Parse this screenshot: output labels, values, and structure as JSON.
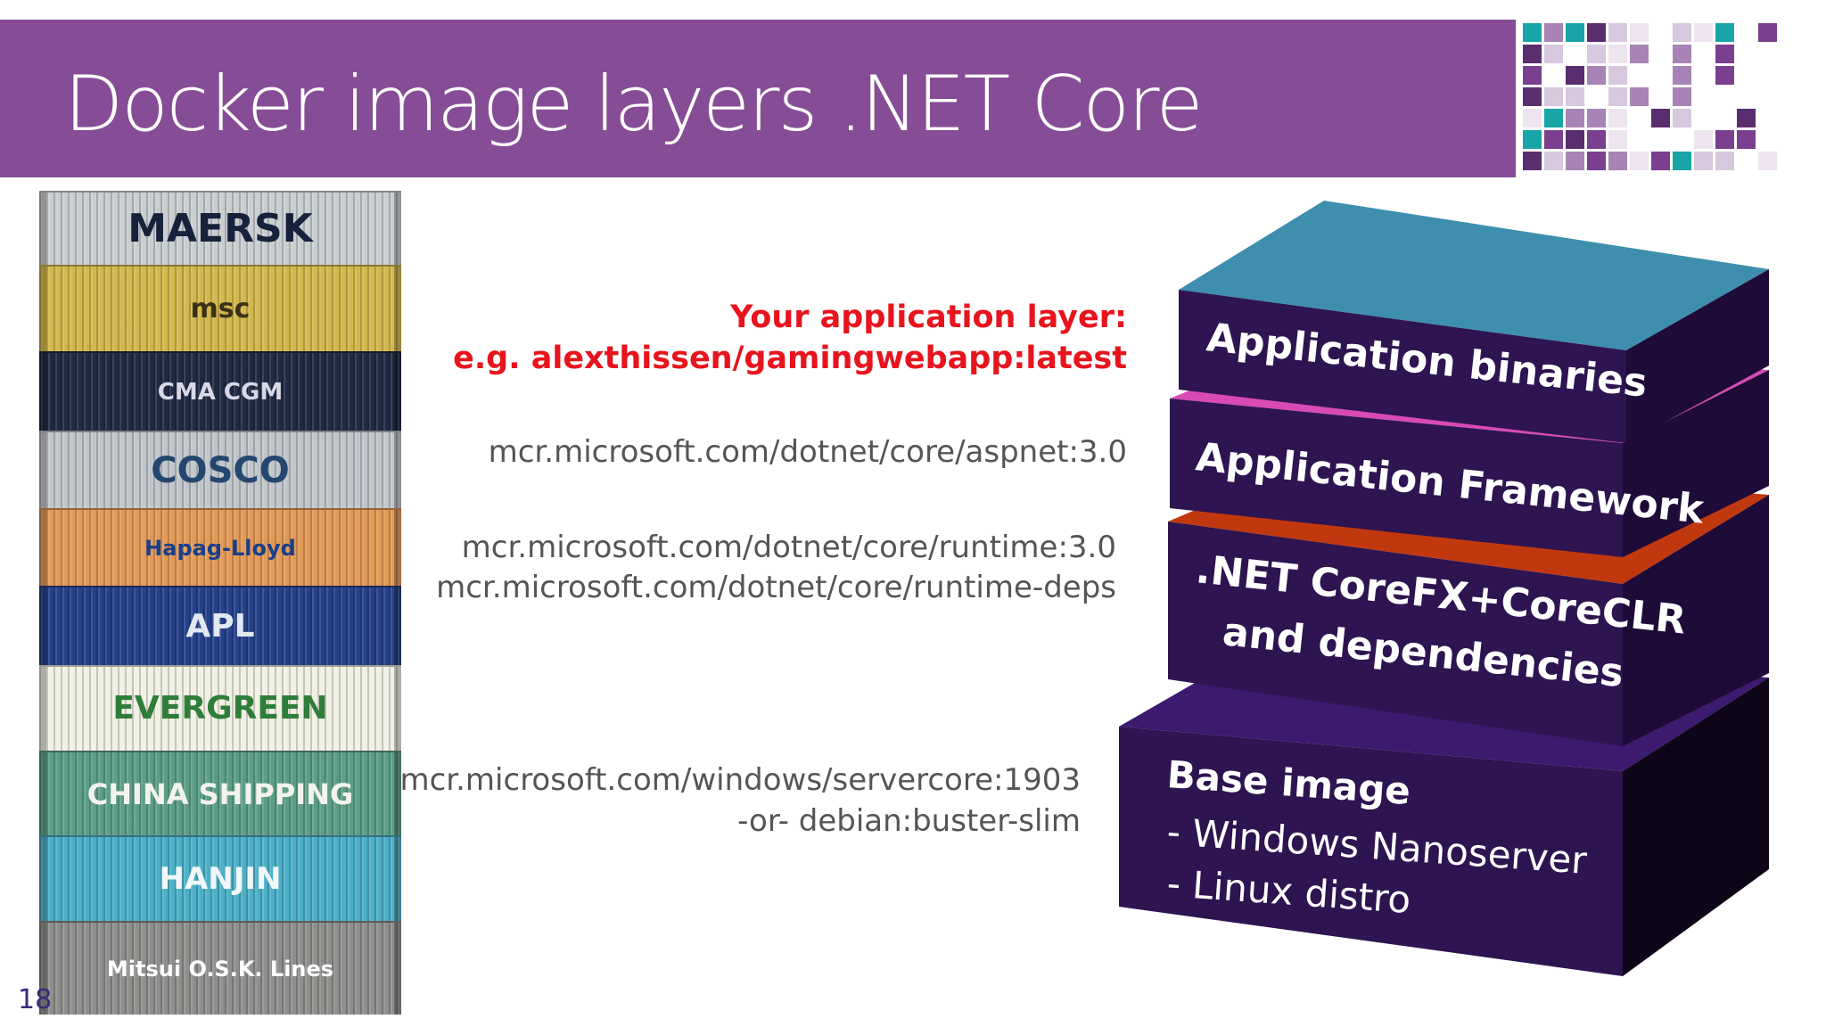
{
  "slide": {
    "title": "Docker image layers .NET Core",
    "page_number": "18"
  },
  "containers": [
    {
      "brand": "MAERSK",
      "color": "#c9ced1",
      "text_color": "#16213a"
    },
    {
      "brand": "msc",
      "color": "#d4b84c",
      "text_color": "#3b3117"
    },
    {
      "brand": "CMA CGM",
      "color": "#1f2a43",
      "text_color": "#d9d9e6"
    },
    {
      "brand": "COSCO",
      "color": "#c1c6cb",
      "text_color": "#24466f"
    },
    {
      "brand": "Hapag-Lloyd",
      "color": "#e39a57",
      "text_color": "#1a3f8a"
    },
    {
      "brand": "APL",
      "color": "#24408a",
      "text_color": "#e2e7f2"
    },
    {
      "brand": "EVERGREEN",
      "color": "#f0f0e4",
      "text_color": "#2f7d3a"
    },
    {
      "brand": "CHINA SHIPPING",
      "color": "#5b9e88",
      "text_color": "#f3f3ee"
    },
    {
      "brand": "HANJIN",
      "color": "#4bb0c8",
      "text_color": "#f1f6f8"
    },
    {
      "brand": "Mitsui O.S.K. Lines",
      "color": "#8e8e8c",
      "text_color": "#ffffff"
    }
  ],
  "labels": {
    "app_layer_line1": "Your application layer:",
    "app_layer_line2": "e.g. alexthissen/gamingwebapp:latest",
    "aspnet": "mcr.microsoft.com/dotnet/core/aspnet:3.0",
    "runtime": "mcr.microsoft.com/dotnet/core/runtime:3.0",
    "runtime_deps": "mcr.microsoft.com/dotnet/core/runtime-deps",
    "servercore": "mcr.microsoft.com/windows/servercore:1903",
    "debian": "-or- debian:buster-slim"
  },
  "layers": {
    "app_binaries": "Application binaries",
    "app_framework": "Application Framework",
    "corefx_line1": ".NET CoreFX+CoreCLR",
    "corefx_line2": "and dependencies",
    "base_title": "Base image",
    "base_line1": "- Windows Nanoserver",
    "base_line2": "- Linux distro"
  },
  "colors": {
    "title_bar": "#864d96",
    "layer_front": "#2e1450",
    "layer_side": "#1e0b38",
    "app_top": "#3e8fae",
    "framework_top": "#d84ab4",
    "corefx_top": "#c2380e",
    "base_top": "#3b1a70",
    "red_text": "#e8141d",
    "grey_text": "#555555"
  }
}
